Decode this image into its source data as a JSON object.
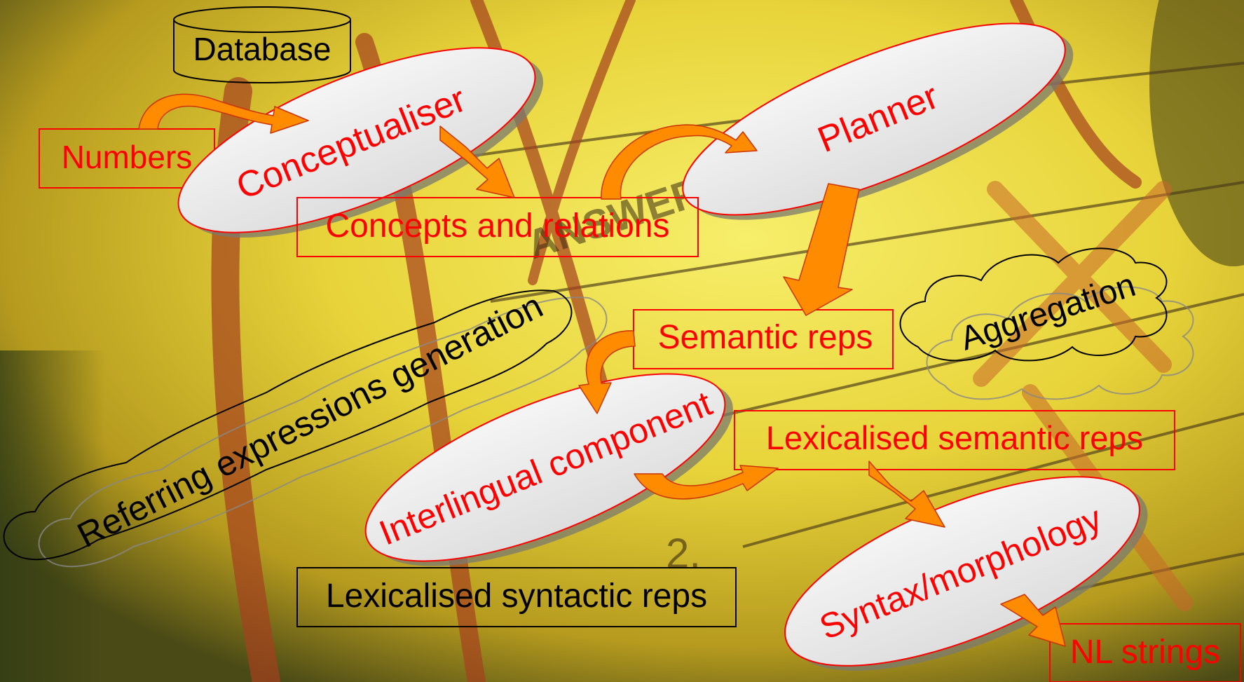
{
  "database": "Database",
  "numbers": "Numbers",
  "conceptualiser": "Conceptualiser",
  "concepts_relations": "Concepts and relations",
  "planner": "Planner",
  "semantic_reps": "Semantic reps",
  "aggregation": "Aggregation",
  "referring_expressions": "Referring expressions generation",
  "interlingual": "Interlingual component",
  "lexicalised_semantic": "Lexicalised semantic reps",
  "lexicalised_syntactic": "Lexicalised syntactic reps",
  "syntax_morphology": "Syntax/morphology",
  "nl_strings": "NL strings",
  "background_text": {
    "answers": "ANSWERS",
    "two": "2."
  },
  "colors": {
    "label_red": "#ff0000",
    "ellipse_fill": "#ececec",
    "arrow_orange": "#ff8c00",
    "background_yellow": "#e9d43a"
  }
}
